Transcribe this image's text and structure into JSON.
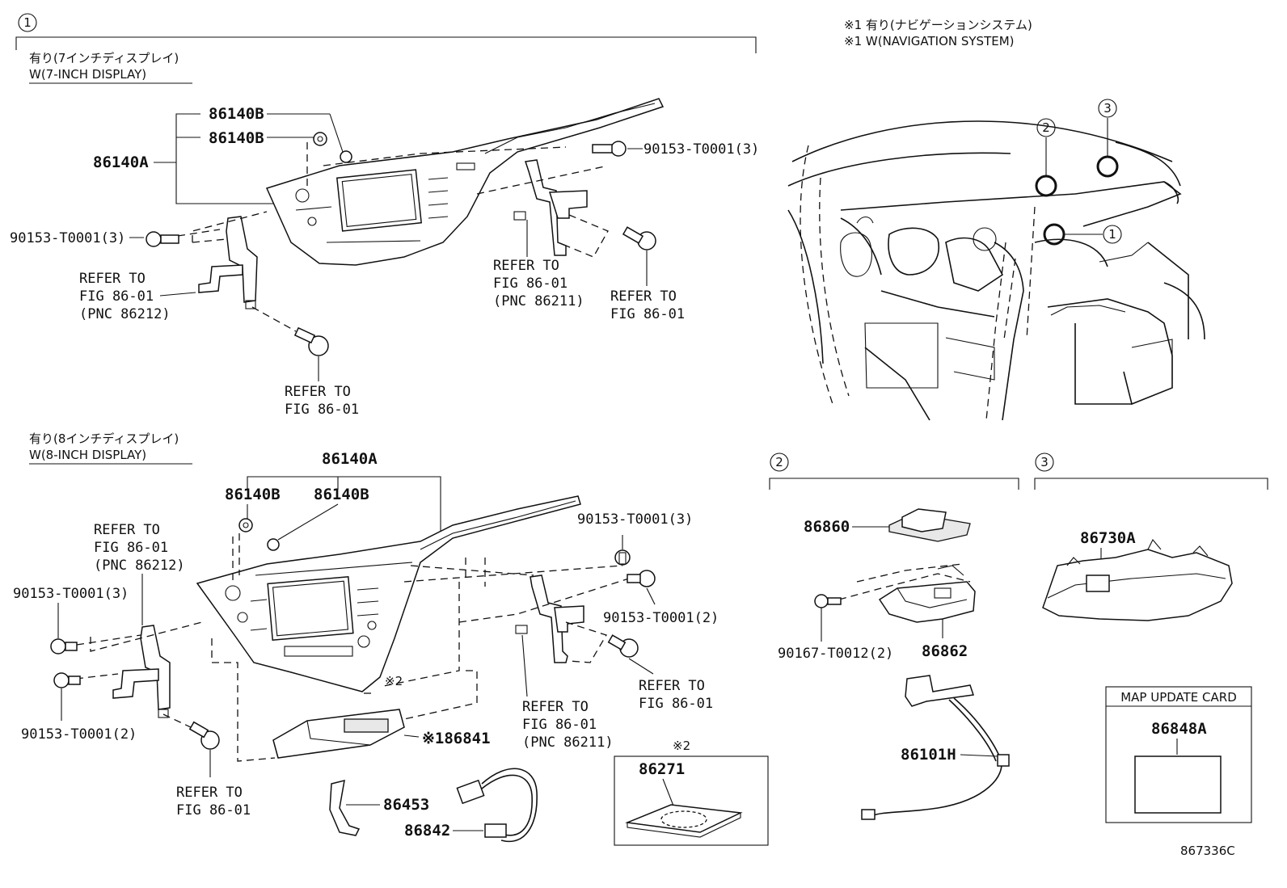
{
  "section_markers": {
    "s1": "1",
    "s2": "2",
    "s3": "3"
  },
  "section1": {
    "title_jp": "有り(7インチディスプレイ)",
    "title_en": "W(7-INCH DISPLAY)",
    "part_86140A": "86140A",
    "part_86140B_a": "86140B",
    "part_86140B_b": "86140B",
    "bolt_left": "90153-T0001(3)",
    "bolt_right": "90153-T0001(3)",
    "ref_left_1": "REFER TO",
    "ref_left_2": "FIG 86-01",
    "ref_left_3": "(PNC 86212)",
    "ref_mid_1": "REFER TO",
    "ref_mid_2": "FIG 86-01",
    "ref_mid_3": "(PNC 86211)",
    "ref_rightbolt_1": "REFER TO",
    "ref_rightbolt_2": "FIG 86-01",
    "ref_bottom_1": "REFER TO",
    "ref_bottom_2": "FIG 86-01"
  },
  "section8": {
    "title_jp": "有り(8インチディスプレイ)",
    "title_en": "W(8-INCH DISPLAY)",
    "part_86140A": "86140A",
    "part_86140B_a": "86140B",
    "part_86140B_b": "86140B",
    "bolt_top_right": "90153-T0001(3)",
    "bolt_right_2": "90153-T0001(2)",
    "bolt_left_3": "90153-T0001(3)",
    "bolt_left_2": "90153-T0001(2)",
    "ref_left_1": "REFER TO",
    "ref_left_2": "FIG 86-01",
    "ref_left_3": "(PNC 86212)",
    "ref_mid_1": "REFER TO",
    "ref_mid_2": "FIG 86-01",
    "ref_mid_3": "(PNC 86211)",
    "ref_rightbolt_1": "REFER TO",
    "ref_rightbolt_2": "FIG 86-01",
    "ref_bottom_1": "REFER TO",
    "ref_bottom_2": "FIG 86-01",
    "mark2": "※2",
    "part_86841": "※186841",
    "part_86453": "86453",
    "part_86842": "86842",
    "box_mark": "※2",
    "part_86271": "86271"
  },
  "nav_note": {
    "line1": "※1 有り(ナビゲーションシステム)",
    "line2": "※1 W(NAVIGATION SYSTEM)"
  },
  "overview": {
    "c1": "1",
    "c2": "2",
    "c3": "3"
  },
  "section2": {
    "part_86860": "86860",
    "part_86862": "86862",
    "bolt": "90167-T0012(2)",
    "part_86101H": "86101H"
  },
  "section3": {
    "part_86730A": "86730A",
    "map_card_title": "MAP UPDATE CARD",
    "part_86848A": "86848A"
  },
  "figure_id": "867336C"
}
